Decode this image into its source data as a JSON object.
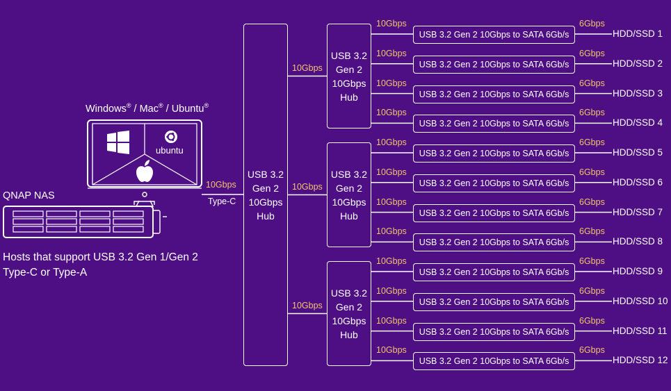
{
  "os_caption": {
    "windows": "Windows",
    "mac": "Mac",
    "ubuntu": "Ubuntu",
    "reg": "®",
    "sep": " / "
  },
  "ubuntu_logo_text": "ubuntu",
  "nas_label": "QNAP NAS",
  "hosts_text_line1": "Hosts that support USB 3.2 Gen 1/Gen 2",
  "hosts_text_line2": "Type-C or Type-A",
  "host_link": {
    "speed": "10Gbps",
    "connector": "Type-C"
  },
  "main_hub": {
    "lines": [
      "USB 3.2",
      "Gen 2",
      "10Gbps",
      "Hub"
    ]
  },
  "sub_hubs": [
    {
      "lines": [
        "USB 3.2",
        "Gen 2",
        "10Gbps",
        "Hub"
      ],
      "link_speed": "10Gbps"
    },
    {
      "lines": [
        "USB 3.2",
        "Gen 2",
        "10Gbps",
        "Hub"
      ],
      "link_speed": "10Gbps"
    },
    {
      "lines": [
        "USB 3.2",
        "Gen 2",
        "10Gbps",
        "Hub"
      ],
      "link_speed": "10Gbps"
    }
  ],
  "adapters": [
    {
      "in_speed": "10Gbps",
      "label": "USB 3.2 Gen 2 10Gbps to SATA 6Gb/s",
      "out_speed": "6Gbps",
      "drive": "HDD/SSD 1"
    },
    {
      "in_speed": "10Gbps",
      "label": "USB 3.2 Gen 2 10Gbps to SATA 6Gb/s",
      "out_speed": "6Gbps",
      "drive": "HDD/SSD 2"
    },
    {
      "in_speed": "10Gbps",
      "label": "USB 3.2 Gen 2 10Gbps to SATA 6Gb/s",
      "out_speed": "6Gbps",
      "drive": "HDD/SSD 3"
    },
    {
      "in_speed": "10Gbps",
      "label": "USB 3.2 Gen 2 10Gbps to SATA 6Gb/s",
      "out_speed": "6Gbps",
      "drive": "HDD/SSD 4"
    },
    {
      "in_speed": "10Gbps",
      "label": "USB 3.2 Gen 2 10Gbps to SATA 6Gb/s",
      "out_speed": "6Gbps",
      "drive": "HDD/SSD 5"
    },
    {
      "in_speed": "10Gbps",
      "label": "USB 3.2 Gen 2 10Gbps to SATA 6Gb/s",
      "out_speed": "6Gbps",
      "drive": "HDD/SSD 6"
    },
    {
      "in_speed": "10Gbps",
      "label": "USB 3.2 Gen 2 10Gbps to SATA 6Gb/s",
      "out_speed": "6Gbps",
      "drive": "HDD/SSD 7"
    },
    {
      "in_speed": "10Gbps",
      "label": "USB 3.2 Gen 2 10Gbps to SATA 6Gb/s",
      "out_speed": "6Gbps",
      "drive": "HDD/SSD 8"
    },
    {
      "in_speed": "10Gbps",
      "label": "USB 3.2 Gen 2 10Gbps to SATA 6Gb/s",
      "out_speed": "6Gbps",
      "drive": "HDD/SSD 9"
    },
    {
      "in_speed": "10Gbps",
      "label": "USB 3.2 Gen 2 10Gbps to SATA 6Gb/s",
      "out_speed": "6Gbps",
      "drive": "HDD/SSD 10"
    },
    {
      "in_speed": "10Gbps",
      "label": "USB 3.2 Gen 2 10Gbps to SATA 6Gb/s",
      "out_speed": "6Gbps",
      "drive": "HDD/SSD 11"
    },
    {
      "in_speed": "10Gbps",
      "label": "USB 3.2 Gen 2 10Gbps to SATA 6Gb/s",
      "out_speed": "6Gbps",
      "drive": "HDD/SSD 12"
    }
  ],
  "colors": {
    "background": "#4f0f84",
    "line": "#ffffff",
    "speed_label": "#f2c46b"
  },
  "icons": [
    "monitor-icon",
    "windows-logo-icon",
    "apple-logo-icon",
    "ubuntu-logo-icon",
    "nas-enclosure-icon"
  ]
}
